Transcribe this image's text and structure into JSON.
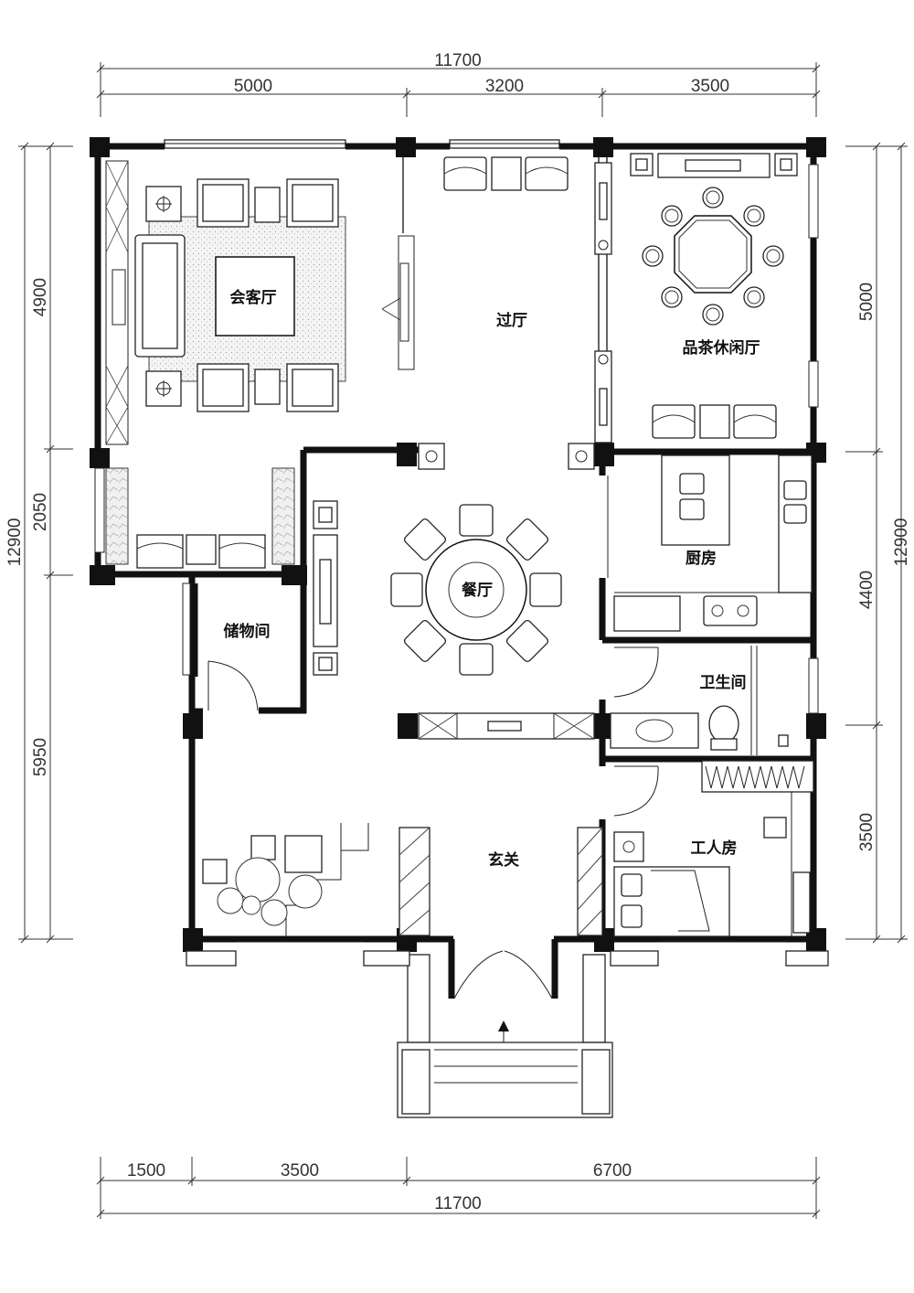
{
  "dimensions": {
    "top_total": "11700",
    "top_segments": [
      "5000",
      "3200",
      "3500"
    ],
    "bottom_segments": [
      "1500",
      "3500",
      "6700"
    ],
    "bottom_total": "11700",
    "left_total": "12900",
    "left_segments": [
      "4900",
      "2050",
      "5950"
    ],
    "right_total": "12900",
    "right_segments": [
      "5000",
      "4400",
      "3500"
    ]
  },
  "rooms": {
    "reception": "会客厅",
    "hall": "过厅",
    "tea_room": "品茶休闲厅",
    "dining": "餐厅",
    "kitchen": "厨房",
    "storage": "储物间",
    "bathroom": "卫生间",
    "foyer": "玄关",
    "servant_room": "工人房"
  }
}
